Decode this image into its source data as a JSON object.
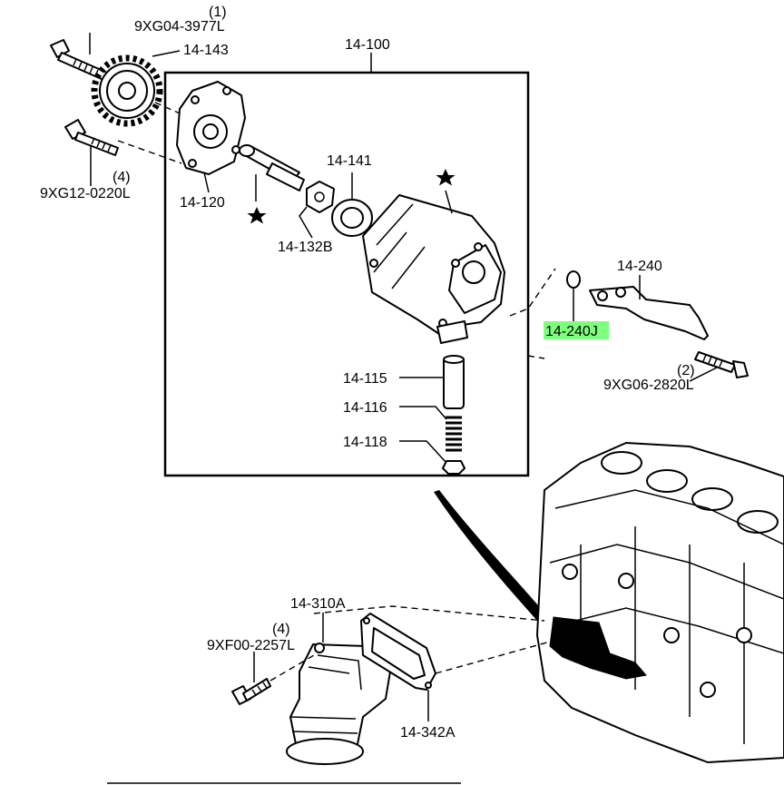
{
  "callouts": {
    "qty_bolt_9xg04": "(1)",
    "bolt_9xg04": "9XG04-3977L",
    "sprocket": "14-143",
    "pump_assembly": "14-100",
    "cover_14_120": "14-120",
    "qty_bolt_9xg12": "(4)",
    "bolt_9xg12": "9XG12-0220L",
    "rotor_14_141": "14-141",
    "rotor_14_132b": "14-132B",
    "oil_strainer": "14-240",
    "oring_14_240j": "14-240J",
    "qty_bolt_9xg06": "(2)",
    "bolt_9xg06": "9XG06-2820L",
    "plunger_14_115": "14-115",
    "spring_14_116": "14-116",
    "plug_14_118": "14-118",
    "gasket_14_310a": "14-310A",
    "qty_bolt_9xf00": "(4)",
    "bolt_9xf00": "9XF00-2257L",
    "gasket_14_342a": "14-342A"
  },
  "highlight_color": "#7dff7d",
  "marker_icon": "star-icon"
}
